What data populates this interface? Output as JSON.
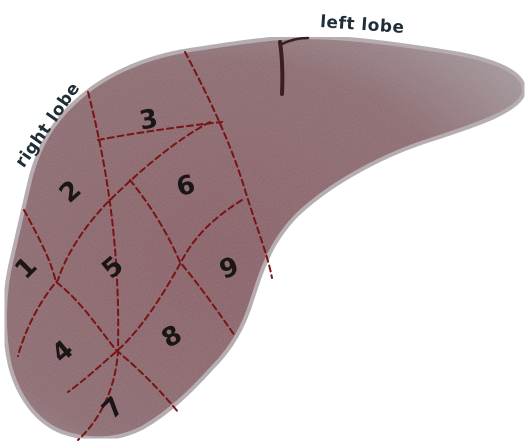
{
  "labels": {
    "left_lobe": "left lobe",
    "right_lobe": "right lobe"
  },
  "regions": [
    {
      "number": "1"
    },
    {
      "number": "2"
    },
    {
      "number": "3"
    },
    {
      "number": "4"
    },
    {
      "number": "5"
    },
    {
      "number": "6"
    },
    {
      "number": "7"
    },
    {
      "number": "8"
    },
    {
      "number": "9"
    }
  ],
  "colors": {
    "organ_fill": "#8c6469",
    "organ_edge": "#b9b0b4",
    "segment_lines": "#7a1414",
    "label_text": "#1f2d36"
  }
}
